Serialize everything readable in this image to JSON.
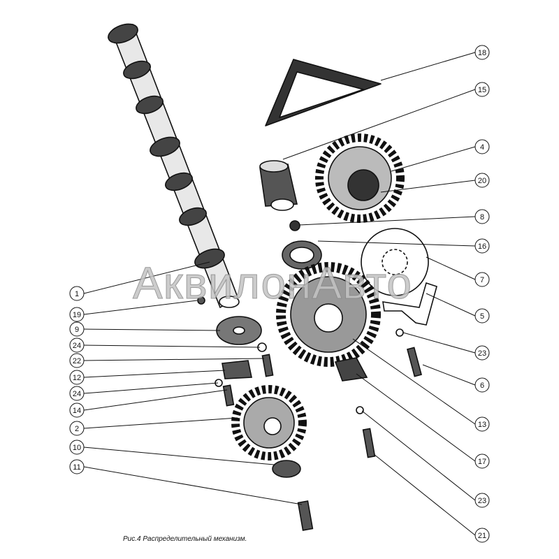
{
  "figure": {
    "caption": "Рис.4 Распределительный механизм.",
    "watermark": "АквилонАвто"
  },
  "callouts": {
    "left": [
      "1",
      "19",
      "9",
      "24",
      "22",
      "12",
      "24",
      "14",
      "2",
      "10",
      "11"
    ],
    "right": [
      "18",
      "15",
      "4",
      "20",
      "8",
      "16",
      "7",
      "5",
      "23",
      "6",
      "13",
      "17",
      "23",
      "21"
    ]
  }
}
